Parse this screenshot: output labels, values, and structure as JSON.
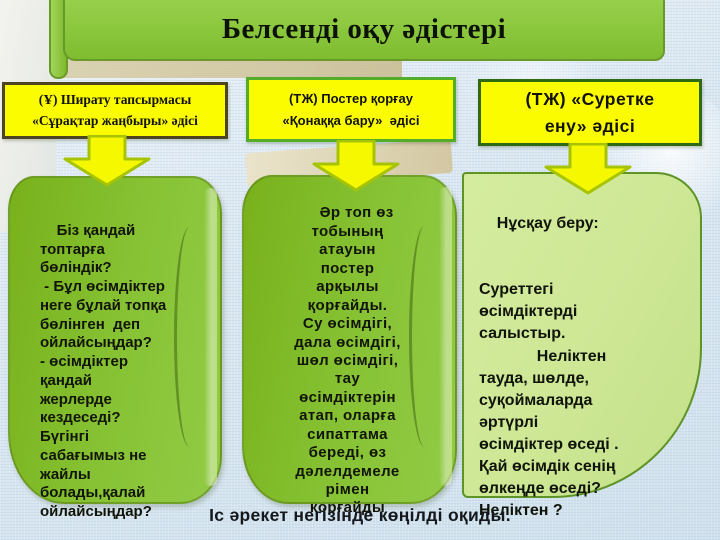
{
  "slide": {
    "title": "Белсенді оқу әдістері",
    "caption": "Іс әрекет негізінде көңілді оқиды."
  },
  "callouts": [
    {
      "label": "(Ұ) Ширату тапсырмасы\n«Сұрақтар жаңбыры» әдісі"
    },
    {
      "label": "(ТЖ) Постер қорғау\n«Қонаққа бару»  әдісі"
    },
    {
      "label": "(ТЖ) «Суретке\nену» әдісі"
    }
  ],
  "boxes": [
    {
      "text": "Біз қандай\nтоптарға\nбөліндік?\n - Бұл өсімдіктер\nнеге бұлай топқа\nбөлінген  деп\nойлайсыңдар?\n- өсімдіктер\nқандай\nжерлерде\nкездеседі?\nБүгінгі\nсабағымыз не\nжайлы\nболады,қалай\nойлайсыңдар?"
    },
    {
      "text": "Әр топ өз\nтобының\nатауын\nпостер\nарқылы\nқорғайды.\nСу өсімдігі,\nдала өсімдігі,\nшөл өсімдігі,\nтау\nөсімдіктерін\nатап, оларға\nсипаттама\nбереді, өз\nдәлелдемеле\nрімен\nқорғайды"
    },
    {
      "text": "Нұсқау беру:\n\n\nСуреттегі\nөсімдіктерді\nсалыстыр.\n             Неліктен\nтауда, шөлде,\nсуқоймаларда\nәртүрлі\nөсімдіктер өседі .\nҚай өсімдік сенің\nөлкеңде өседі?\nНеліктен ?"
    }
  ],
  "icons": {
    "down_arrow": "down-arrow-icon"
  },
  "colors": {
    "title_green": "#8ac63c",
    "scroll_green": "#87c335",
    "light_green_box": "#cde795",
    "callout_yellow": "#fbfc00",
    "arrow_yellow": "#f6f800",
    "arrow_outline": "#a6c405",
    "border_dark_olive": "#4d4521",
    "border_bright_green": "#54ad28",
    "border_dark_green": "#2e6a12",
    "background_blue": "#dae7f1",
    "text_black": "#121208"
  }
}
